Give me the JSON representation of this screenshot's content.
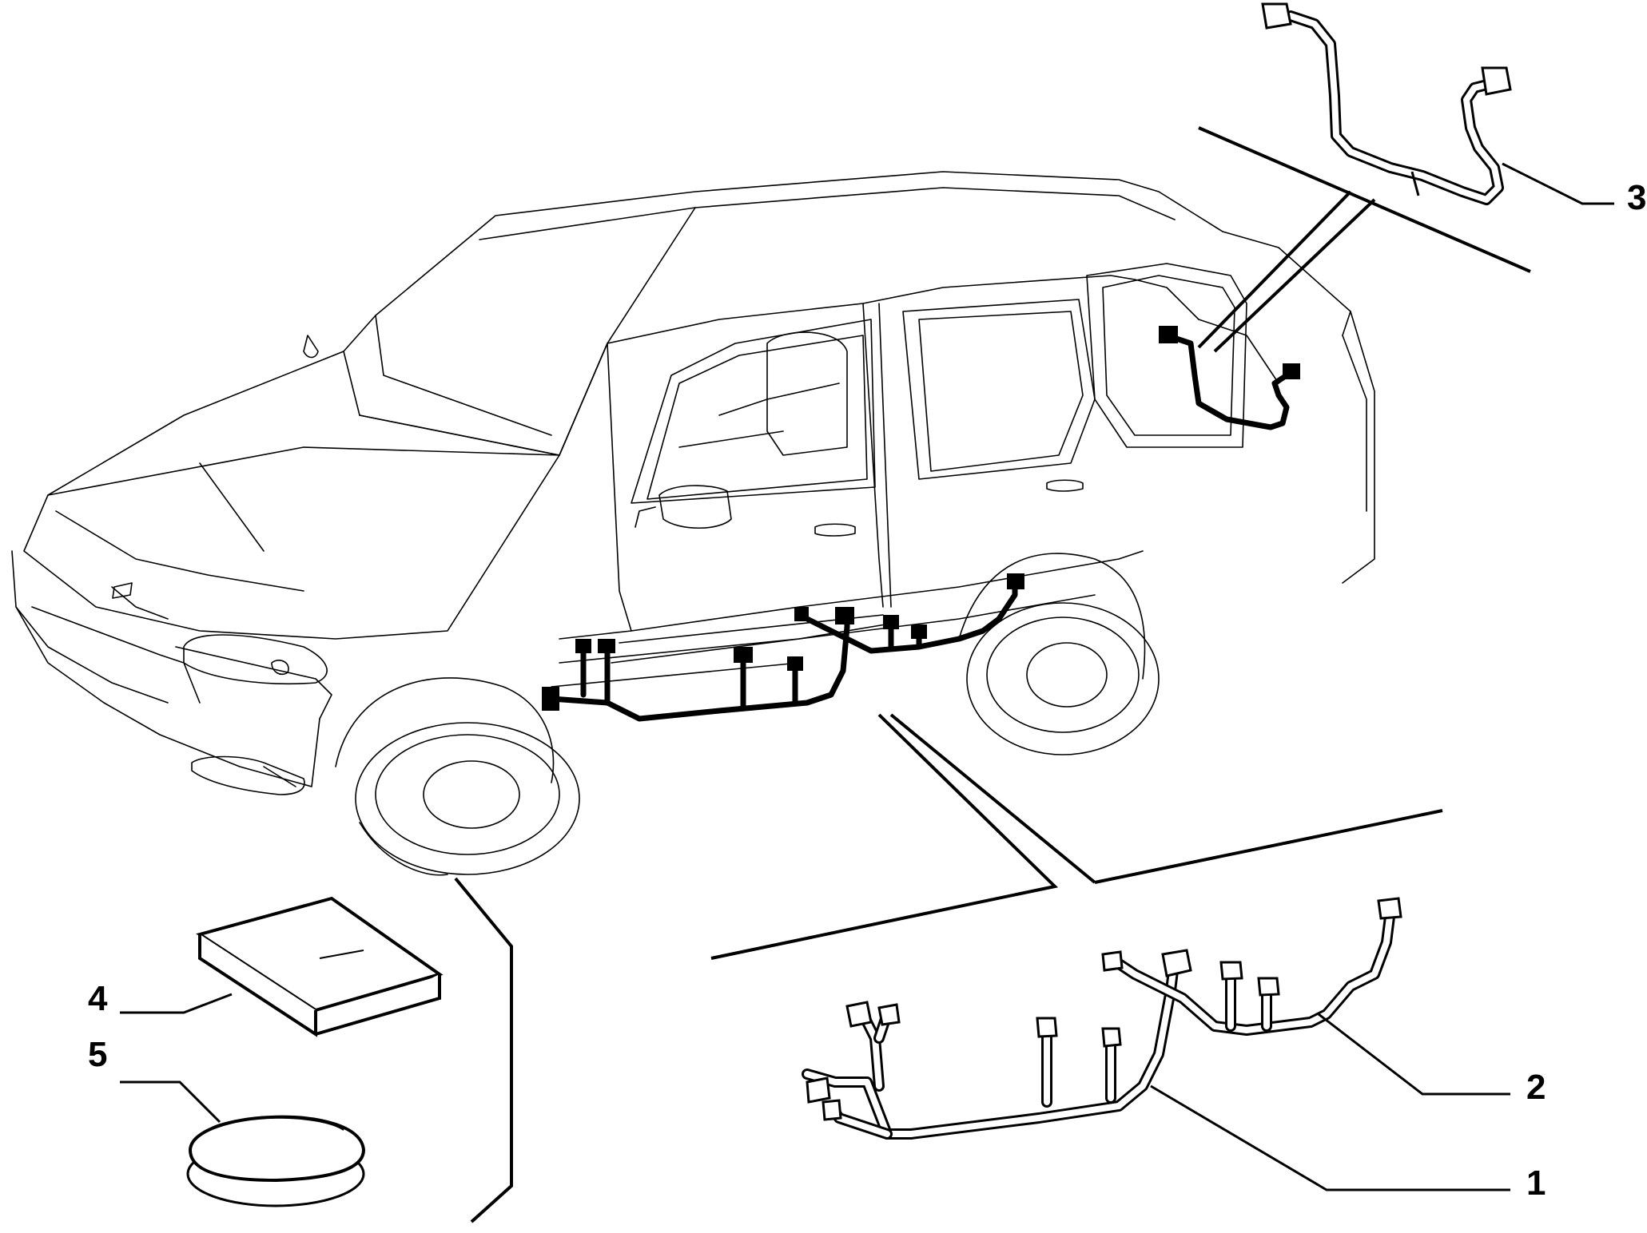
{
  "callouts": {
    "item_1": "1",
    "item_2": "2",
    "item_3": "3",
    "item_4": "4",
    "item_5": "5"
  }
}
